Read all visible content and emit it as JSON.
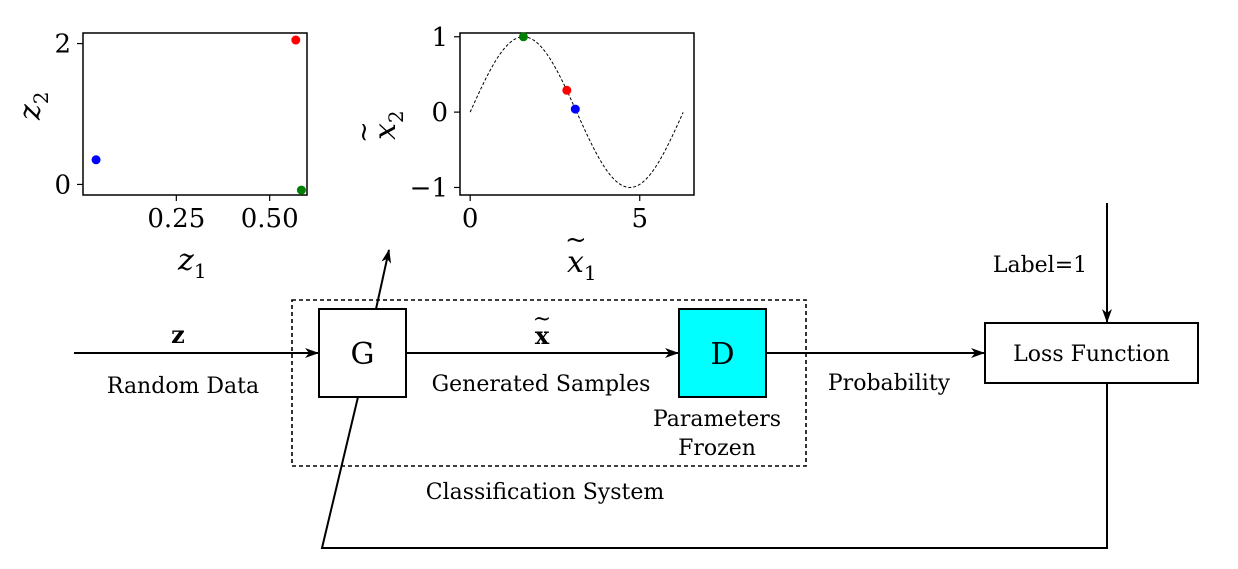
{
  "blocks": {
    "generator": "G",
    "discriminator": "D",
    "loss": "Loss Function"
  },
  "labels": {
    "z_symbol": "z",
    "x_symbol": "x",
    "x_accent": "~",
    "random_data": "Random Data",
    "generated_samples": "Generated Samples",
    "probability": "Probability",
    "parameters": "Parameters",
    "frozen": "Frozen",
    "classification_system": "Classification System",
    "label_eq": "Label=1"
  },
  "colors": {
    "discriminator_fill": "#00ffff",
    "red": "#ff0000",
    "green": "#008000",
    "blue": "#0000ff"
  },
  "chart_data": [
    {
      "type": "scatter",
      "title": "",
      "xlabel_base": "z",
      "xlabel_sub": "1",
      "ylabel_base": "z",
      "ylabel_sub": "2",
      "xlim": [
        0.0,
        0.6
      ],
      "ylim": [
        -0.15,
        2.15
      ],
      "xticks": [
        0.25,
        0.5
      ],
      "xtick_labels": [
        "0.25",
        "0.50"
      ],
      "yticks": [
        0,
        2
      ],
      "ytick_labels": [
        "0",
        "2"
      ],
      "series": [
        {
          "x": [
            0.57
          ],
          "y": [
            2.05
          ],
          "color": "#ff0000"
        },
        {
          "x": [
            0.585
          ],
          "y": [
            -0.08
          ],
          "color": "#008000"
        },
        {
          "x": [
            0.035
          ],
          "y": [
            0.35
          ],
          "color": "#0000ff"
        }
      ]
    },
    {
      "type": "scatter",
      "title": "",
      "xlabel_base": "x",
      "xlabel_sub": "1",
      "ylabel_base": "x",
      "ylabel_sub": "2",
      "accent": "~",
      "xlim": [
        -0.3,
        6.6
      ],
      "ylim": [
        -1.1,
        1.05
      ],
      "xticks": [
        0,
        5
      ],
      "xtick_labels": [
        "0",
        "5"
      ],
      "yticks": [
        1,
        0,
        -1
      ],
      "ytick_labels": [
        "1",
        "0",
        "−1"
      ],
      "curve": {
        "function": "sin",
        "x_start": 0,
        "x_end": 6.28
      },
      "series": [
        {
          "x": [
            1.57
          ],
          "y": [
            1.0
          ],
          "color": "#008000"
        },
        {
          "x": [
            2.85
          ],
          "y": [
            0.29
          ],
          "color": "#ff0000"
        },
        {
          "x": [
            3.1
          ],
          "y": [
            0.04
          ],
          "color": "#0000ff"
        }
      ]
    }
  ]
}
